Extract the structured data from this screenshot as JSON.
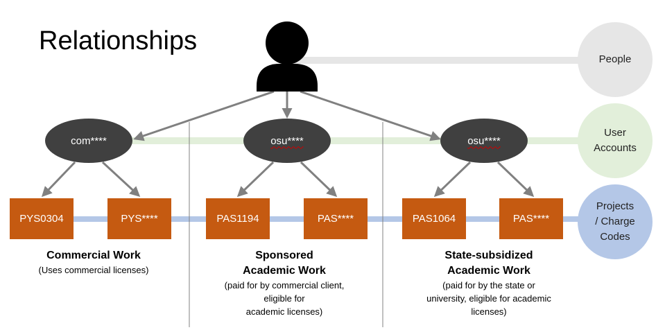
{
  "title": "Relationships",
  "legend": {
    "people": "People",
    "accounts_line1": "User",
    "accounts_line2": "Accounts",
    "projects_line1": "Projects",
    "projects_line2": "/ Charge",
    "projects_line3": "Codes"
  },
  "accounts": [
    {
      "name": "com****"
    },
    {
      "name": "osu****"
    },
    {
      "name": "osu****"
    }
  ],
  "projects": [
    {
      "code": "PYS0304"
    },
    {
      "code": "PYS****"
    },
    {
      "code": "PAS1194"
    },
    {
      "code": "PAS****"
    },
    {
      "code": "PAS1064"
    },
    {
      "code": "PAS****"
    }
  ],
  "categories": [
    {
      "head_lines": [
        "Commercial Work"
      ],
      "sub_lines": [
        "(Uses commercial licenses)"
      ]
    },
    {
      "head_lines": [
        "Sponsored",
        "Academic Work"
      ],
      "sub_lines": [
        "(paid for by commercial client,",
        "eligible for",
        "academic licenses)"
      ]
    },
    {
      "head_lines": [
        "State-subsidized",
        "Academic Work"
      ],
      "sub_lines": [
        "(paid for by the state or",
        "university, eligible for academic",
        "licenses)"
      ]
    }
  ],
  "colors": {
    "person": "#000000",
    "account_fill": "#404040",
    "project_fill": "#c55a11",
    "people_band": "#e6e6e6",
    "accounts_band": "#e2efda",
    "projects_band": "#b4c7e7",
    "arrow": "#808080"
  }
}
